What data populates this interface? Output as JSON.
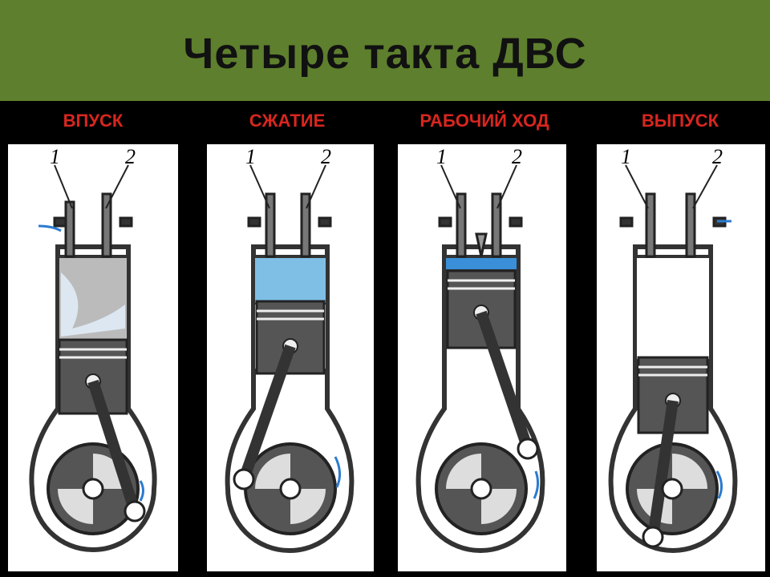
{
  "title": "Четыре такта ДВС",
  "strokes": [
    {
      "label": "ВПУСК"
    },
    {
      "label": "СЖАТИЕ"
    },
    {
      "label": "РАБОЧИЙ ХОД"
    },
    {
      "label": "ВЫПУСК"
    }
  ],
  "valve_labels": [
    "1",
    "2"
  ],
  "colors": {
    "header": "#5e7f2d",
    "label": "#d8261f",
    "gas": "#7fbfe6",
    "metal": "#4a4a4a"
  }
}
